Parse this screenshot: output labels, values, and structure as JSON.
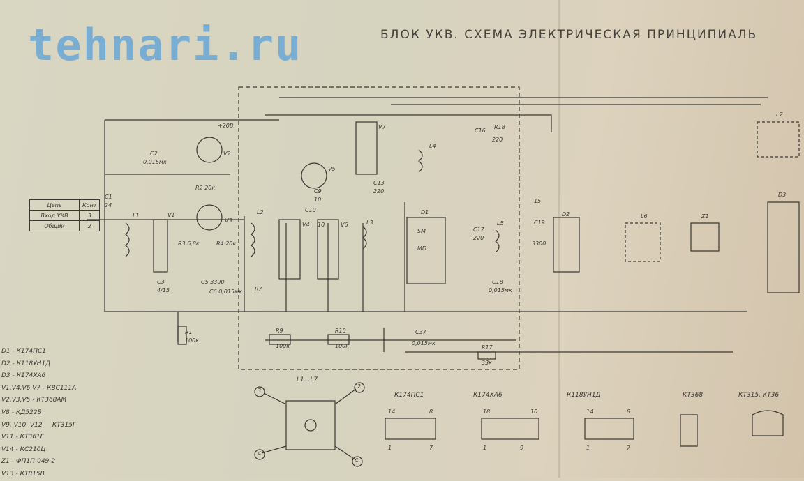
{
  "title": "БЛОК УКВ. СХЕМА ЭЛЕКТРИЧЕСКАЯ ПРИНЦИПИАЛЬ",
  "io_table": {
    "headers": [
      "Цепь",
      "Конт"
    ],
    "rows": [
      [
        "Вход УКВ",
        "3"
      ],
      [
        "Общий",
        "2"
      ]
    ]
  },
  "legend": [
    "D1 - К174ПС1",
    "D2 - К118УН1Д",
    "D3 - К174ХА6",
    "V1,V4,V6,V7 - КВС111А",
    "V2,V3,V5 - КТ368АМ",
    "V8 - КД522Б",
    "V9, V10, V12     КТ315Г",
    "V11 - КТ361Г",
    "V14 - КС210Ц",
    "Z1 - ФП1П-049-2",
    "V13 - КТ815В"
  ],
  "components": {
    "c1": "C1",
    "c1v": "24",
    "c2": "C2",
    "c2v": "0,015мк",
    "v2": "V2",
    "p20": "+20В",
    "l1": "L1",
    "v1": "V1",
    "c3": "C3",
    "c3v": "4/15",
    "r2": "R2 20к",
    "r3": "R3 6,8к",
    "v3": "V3",
    "c5": "C5 3300",
    "c6": "C6 0,015мк",
    "r4": "R4 20к",
    "r1": "R1",
    "r1v": "100к",
    "l2": "L2",
    "r7": "R7",
    "v4": "V4",
    "v6": "V6",
    "c10": "C10",
    "c10v": "10",
    "l3": "L3",
    "r9": "R9",
    "r9v": "100к",
    "r10": "R10",
    "r10v": "100к",
    "c37": "C37",
    "c37v": "0,015мк",
    "r17": "R17",
    "r17v": "33к",
    "c9": "C9",
    "c9v": "10",
    "v5": "V5",
    "v7": "V7",
    "c13": "C13",
    "c13v": "220",
    "c16": "C16",
    "r18": "R18",
    "r18v": "220",
    "l4": "L4",
    "d1": "D1",
    "d1a": "SM",
    "d1b": "MD",
    "c17": "C17",
    "c17v": "220",
    "l5": "L5",
    "c18": "C18",
    "c18v": "0,015мк",
    "c19": "C19",
    "c19v": "3300",
    "d2": "D2",
    "l6": "L6",
    "z1": "Z1",
    "d3": "D3",
    "l7": "L7",
    "t15": "15"
  },
  "pinout": {
    "label": "L1...L7",
    "pins": [
      "3",
      "2",
      "4",
      "1"
    ]
  },
  "chips": [
    {
      "name": "К174ПС1",
      "pins": [
        "14",
        "8",
        "1",
        "7"
      ]
    },
    {
      "name": "К174ХА6",
      "pins": [
        "18",
        "10",
        "1",
        "9"
      ]
    },
    {
      "name": "К118УН1Д",
      "pins": [
        "14",
        "8",
        "1",
        "7"
      ]
    },
    {
      "name": "КТ368"
    },
    {
      "name": "КТ315, КТ36"
    }
  ],
  "watermark": "tehnari.ru"
}
